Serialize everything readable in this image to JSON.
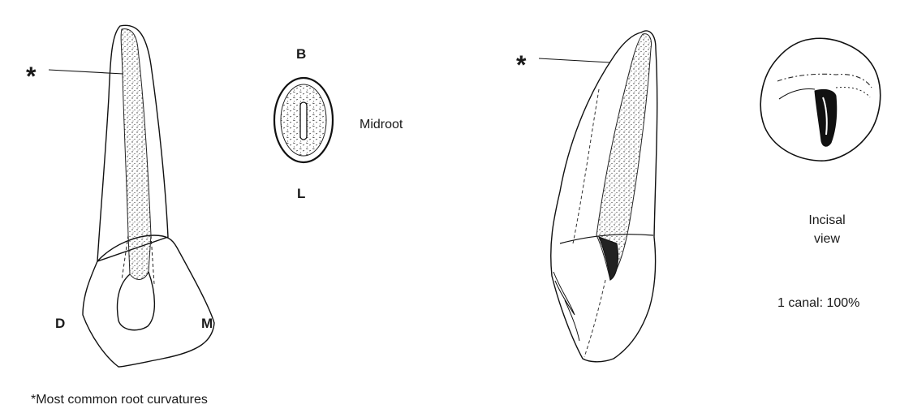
{
  "labels": {
    "asterisk_left": "*",
    "asterisk_right": "*",
    "buccal": "B",
    "lingual": "L",
    "midroot": "Midroot",
    "distal": "D",
    "mesial": "M",
    "incisal_line1": "Incisal",
    "incisal_line2": "view",
    "canal_stat": "1 canal: 100%",
    "footnote": "*Most common root curvatures"
  }
}
